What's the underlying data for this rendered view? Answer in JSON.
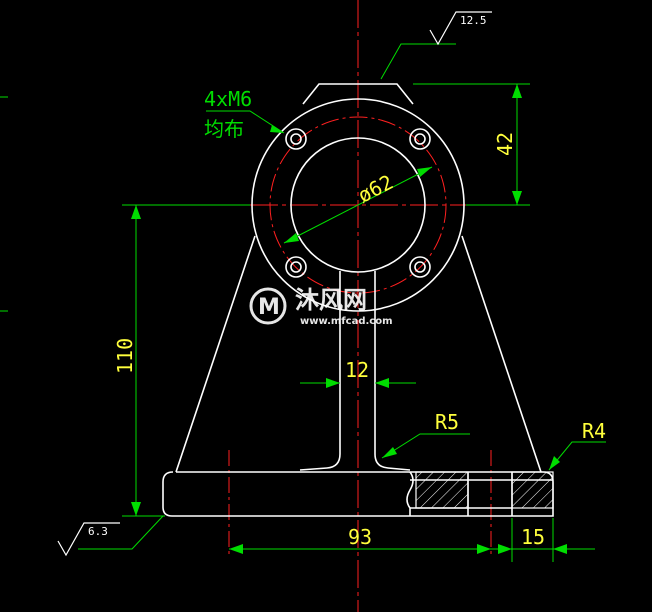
{
  "drawing": {
    "background": "#000000",
    "colors": {
      "outline": "#ffffff",
      "dimension": "#00dd00",
      "dimension_text": "#ffff3c",
      "centerline": "#ff2020",
      "watermark": "#ffffff"
    }
  },
  "annotations": {
    "surface_top": "12.5",
    "surface_bottom": "6.3",
    "hole_spec": "4xM6",
    "hole_spec_note": "均布",
    "bore_diameter": "ø62",
    "height_42": "42",
    "height_110": "110",
    "web_width": "12",
    "fillet_r5": "R5",
    "fillet_r4": "R4",
    "base_width": "93",
    "base_end": "15"
  },
  "watermark": {
    "name": "沐风网",
    "url": "www.mfcad.com",
    "logo_letter": "M"
  }
}
